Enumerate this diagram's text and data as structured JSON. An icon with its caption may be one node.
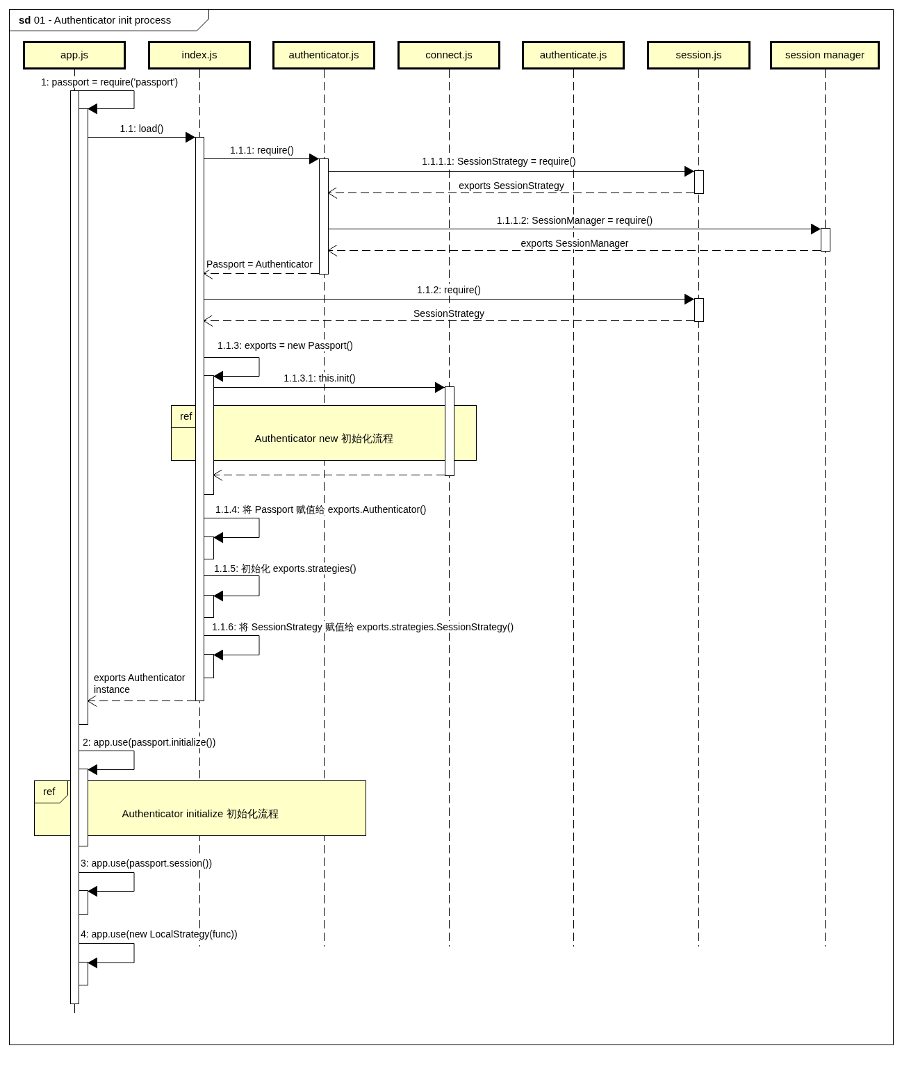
{
  "diagram": {
    "title": "**sd** 01 - Authenticator init process",
    "nodes": [
      {
        "text": [
          "app.js"
        ]
      },
      {
        "text": [
          "index.js"
        ]
      },
      {
        "text": [
          "authenticator.js"
        ]
      },
      {
        "text": [
          "connect.js"
        ]
      },
      {
        "text": [
          "authenticate.js"
        ]
      },
      {
        "text": [
          "session.js"
        ]
      },
      {
        "text": [
          "session manager"
        ]
      },
      {
        "text": [
          "ref",
          "Authenticator new 初始化流程"
        ]
      },
      {
        "text": [
          "ref",
          "Authenticator initialize 初始化流程"
        ]
      },
      {
        "text": [],
        "shape": "bar"
      },
      {
        "text": [],
        "shape": "bar"
      },
      {
        "text": [],
        "shape": "bar"
      },
      {
        "text": [],
        "shape": "bar"
      },
      {
        "text": [],
        "shape": "bar"
      },
      {
        "text": [],
        "shape": "bar"
      },
      {
        "text": [],
        "shape": "bar"
      },
      {
        "text": [],
        "shape": "bar"
      },
      {
        "text": [],
        "shape": "bar"
      },
      {
        "text": [],
        "shape": "bar"
      },
      {
        "text": [],
        "shape": "bar"
      },
      {
        "text": [],
        "shape": "bar"
      },
      {
        "text": [],
        "shape": "bar"
      },
      {
        "text": [],
        "shape": "bar"
      },
      {
        "text": [],
        "shape": "bar"
      }
    ],
    "edges": [
      {
        "from": 9,
        "to": 10,
        "arrow": "to",
        "label": "1: passport = require('passport')"
      },
      {
        "from": 10,
        "to": 11,
        "arrow": "to",
        "label": "1.1: load()"
      },
      {
        "from": 11,
        "to": 12,
        "arrow": "to",
        "label": "1.1.1: require()"
      },
      {
        "from": 12,
        "to": 13,
        "arrow": "to",
        "label": "1.1.1.1: SessionStrategy = require()"
      },
      {
        "from": 13,
        "to": 12,
        "arrow": "to",
        "label": "exports SessionStrategy",
        "style": "dashed"
      },
      {
        "from": 12,
        "to": 14,
        "arrow": "to",
        "label": "1.1.1.2: SessionManager = require()"
      },
      {
        "from": 14,
        "to": 12,
        "arrow": "to",
        "label": "exports SessionManager",
        "style": "dashed"
      },
      {
        "from": 12,
        "to": 11,
        "arrow": "to",
        "label": "Passport = Authenticator",
        "style": "dashed"
      },
      {
        "from": 11,
        "to": 15,
        "arrow": "to",
        "label": "1.1.2: require()"
      },
      {
        "from": 15,
        "to": 11,
        "arrow": "to",
        "label": "SessionStrategy",
        "style": "dashed"
      },
      {
        "from": 11,
        "to": 16,
        "arrow": "to",
        "label": "1.1.3: exports = new Passport()"
      },
      {
        "from": 16,
        "to": 17,
        "arrow": "to",
        "label": "1.1.3.1: this.init()"
      },
      {
        "from": 17,
        "to": 16,
        "arrow": "to",
        "style": "dashed"
      },
      {
        "from": 11,
        "to": 18,
        "arrow": "to",
        "label": "1.1.4: 将 Passport 赋值给 exports.Authenticator()"
      },
      {
        "from": 11,
        "to": 19,
        "arrow": "to",
        "label": "1.1.5: 初始化 exports.strategies()"
      },
      {
        "from": 11,
        "to": 20,
        "arrow": "to",
        "label": "1.1.6: 将 SessionStrategy 赋值给 exports.strategies.SessionStrategy()"
      },
      {
        "from": 11,
        "to": 10,
        "arrow": "to",
        "label": "exports Authenticator instance",
        "style": "dashed"
      },
      {
        "from": 9,
        "to": 21,
        "arrow": "to",
        "label": "2: app.use(passport.initialize())"
      },
      {
        "from": 9,
        "to": 22,
        "arrow": "to",
        "label": "3: app.use(passport.session())"
      },
      {
        "from": 9,
        "to": 23,
        "arrow": "to",
        "label": "4: app.use(new LocalStrategy(func))"
      }
    ]
  }
}
